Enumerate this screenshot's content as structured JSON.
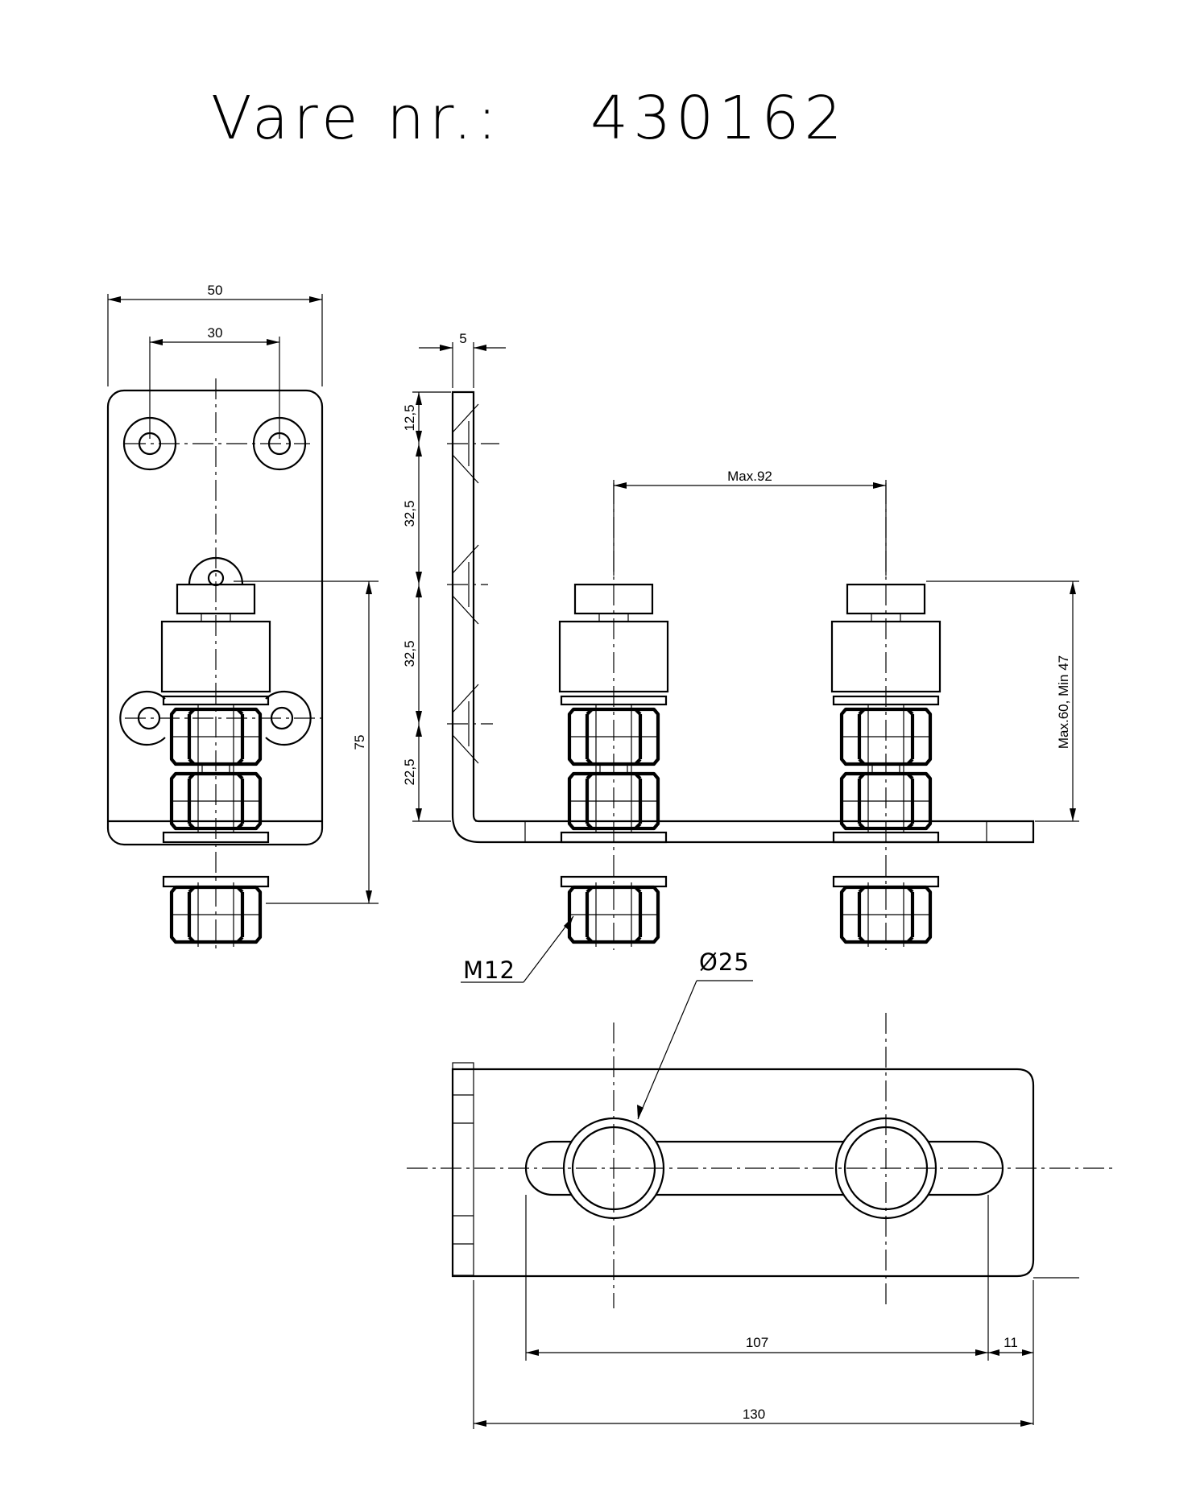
{
  "title": {
    "label": "Vare nr.:",
    "number": "430162"
  },
  "dimensions": {
    "front_width": "50",
    "front_hole_spacing": "30",
    "front_height": "75",
    "plate_thickness": "5",
    "vertical_1": "12,5",
    "vertical_2": "32,5",
    "vertical_3": "32,5",
    "vertical_4": "22,5",
    "max_spacing": "Max.92",
    "height_range": "Max.60, Min 47",
    "slot_length": "107",
    "slot_end": "11",
    "total_length": "130"
  },
  "callouts": {
    "thread": "M12",
    "diameter": "Ø25"
  }
}
